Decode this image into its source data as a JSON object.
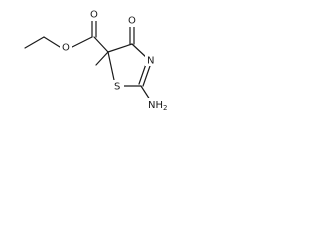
{
  "atoms": {
    "ester_oxygen": "O",
    "carbonyl_oxygen_ester": "O",
    "carbonyl_oxygen_ring": "O",
    "ring_nitrogen": "N",
    "ring_sulfur": "S",
    "amino_group": "NH",
    "amino_subscript": "2"
  },
  "colors": {
    "bond": "#1a1a1a",
    "background": "#ffffff"
  }
}
